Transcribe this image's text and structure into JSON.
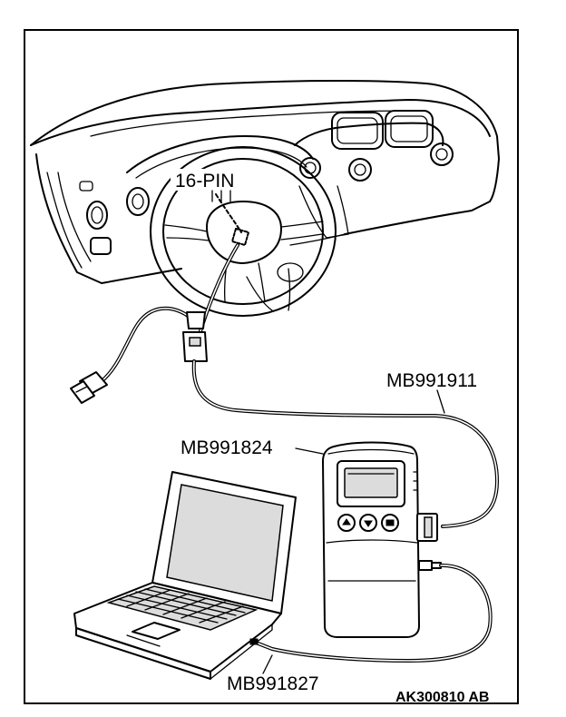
{
  "labels": {
    "connector": "16-PIN",
    "main_cable": "MB991911",
    "scan_tool": "MB991824",
    "usb_cable": "MB991827",
    "figure_code": "AK300810 AB"
  }
}
